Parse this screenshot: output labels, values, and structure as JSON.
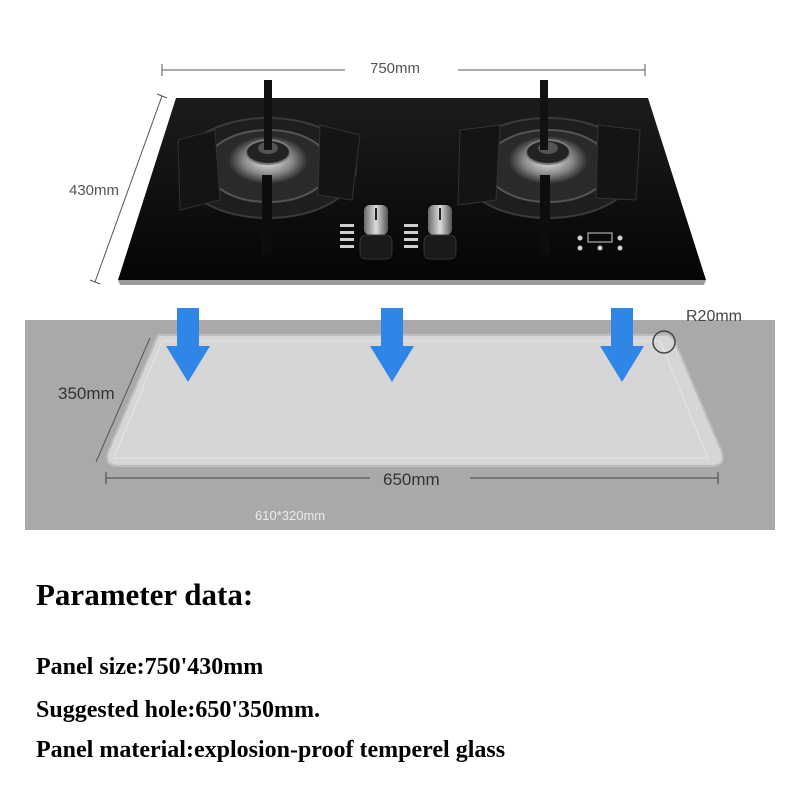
{
  "dimensions": {
    "panel_width": "750mm",
    "panel_depth": "430mm",
    "corner_radius": "R20mm",
    "hole_depth": "350mm",
    "hole_width": "650mm",
    "hole_min": "610*320mm"
  },
  "parameters": {
    "heading": "Parameter data:",
    "panel_size": "Panel size:750'430mm",
    "suggested_hole": "Suggested hole:650'350mm.",
    "panel_material": "Panel material:explosion-proof temperel glass"
  },
  "colors": {
    "glass": "#0c0c0c",
    "counter": "#a9a9a9",
    "hole": "#d4d4d4",
    "arrow": "#2f86e6"
  }
}
